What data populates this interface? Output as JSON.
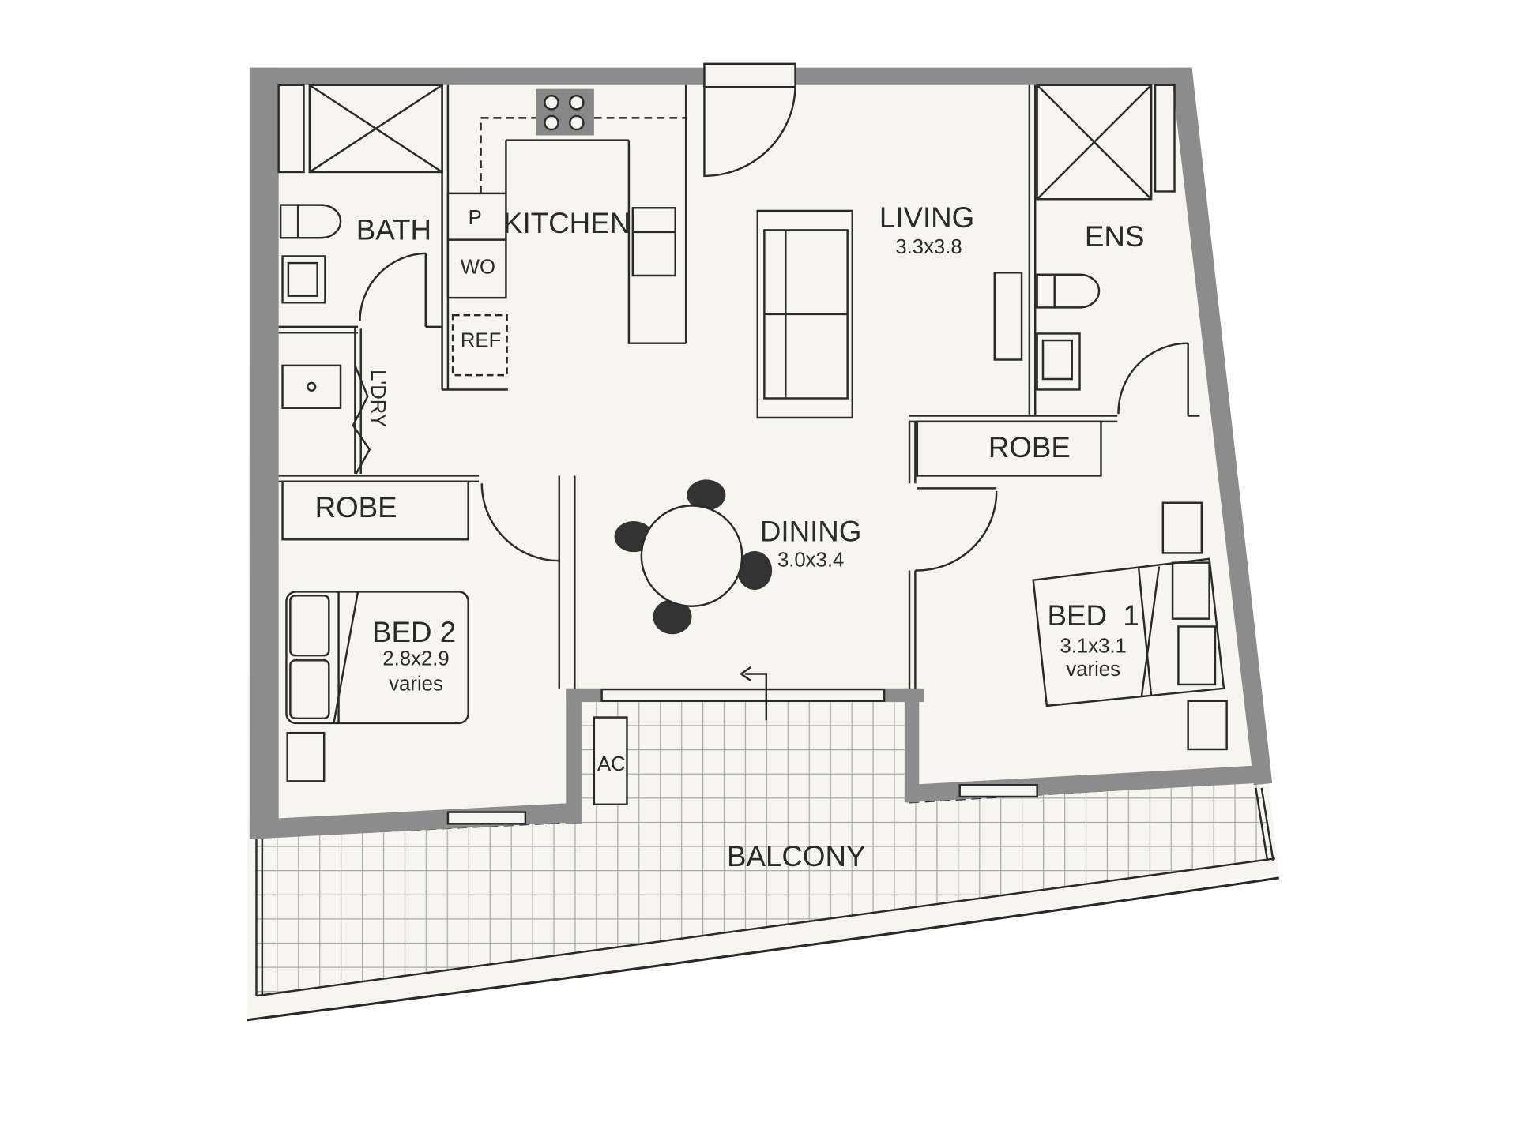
{
  "plan": {
    "rooms": {
      "bath": {
        "name": "BATH"
      },
      "kitchen": {
        "name": "KITCHEN",
        "pantry": "P",
        "wall_oven": "WO",
        "fridge": "REF"
      },
      "living": {
        "name": "LIVING",
        "size": "3.3x3.8"
      },
      "ensuite": {
        "name": "ENS"
      },
      "laundry": {
        "name": "L'DRY"
      },
      "robe_bed2": {
        "name": "ROBE"
      },
      "robe_bed1": {
        "name": "ROBE"
      },
      "dining": {
        "name": "DINING",
        "size": "3.0x3.4"
      },
      "bed2": {
        "name": "BED 2",
        "size": "2.8x2.9",
        "note": "varies"
      },
      "bed1": {
        "name": "BED  1",
        "size": "3.1x3.1",
        "note": "varies"
      },
      "ac": {
        "name": "AC"
      },
      "balcony": {
        "name": "BALCONY"
      }
    },
    "colors": {
      "wall": "#8c8c8c",
      "floor": "#f6f5ef",
      "line": "#2a2a2a"
    }
  }
}
